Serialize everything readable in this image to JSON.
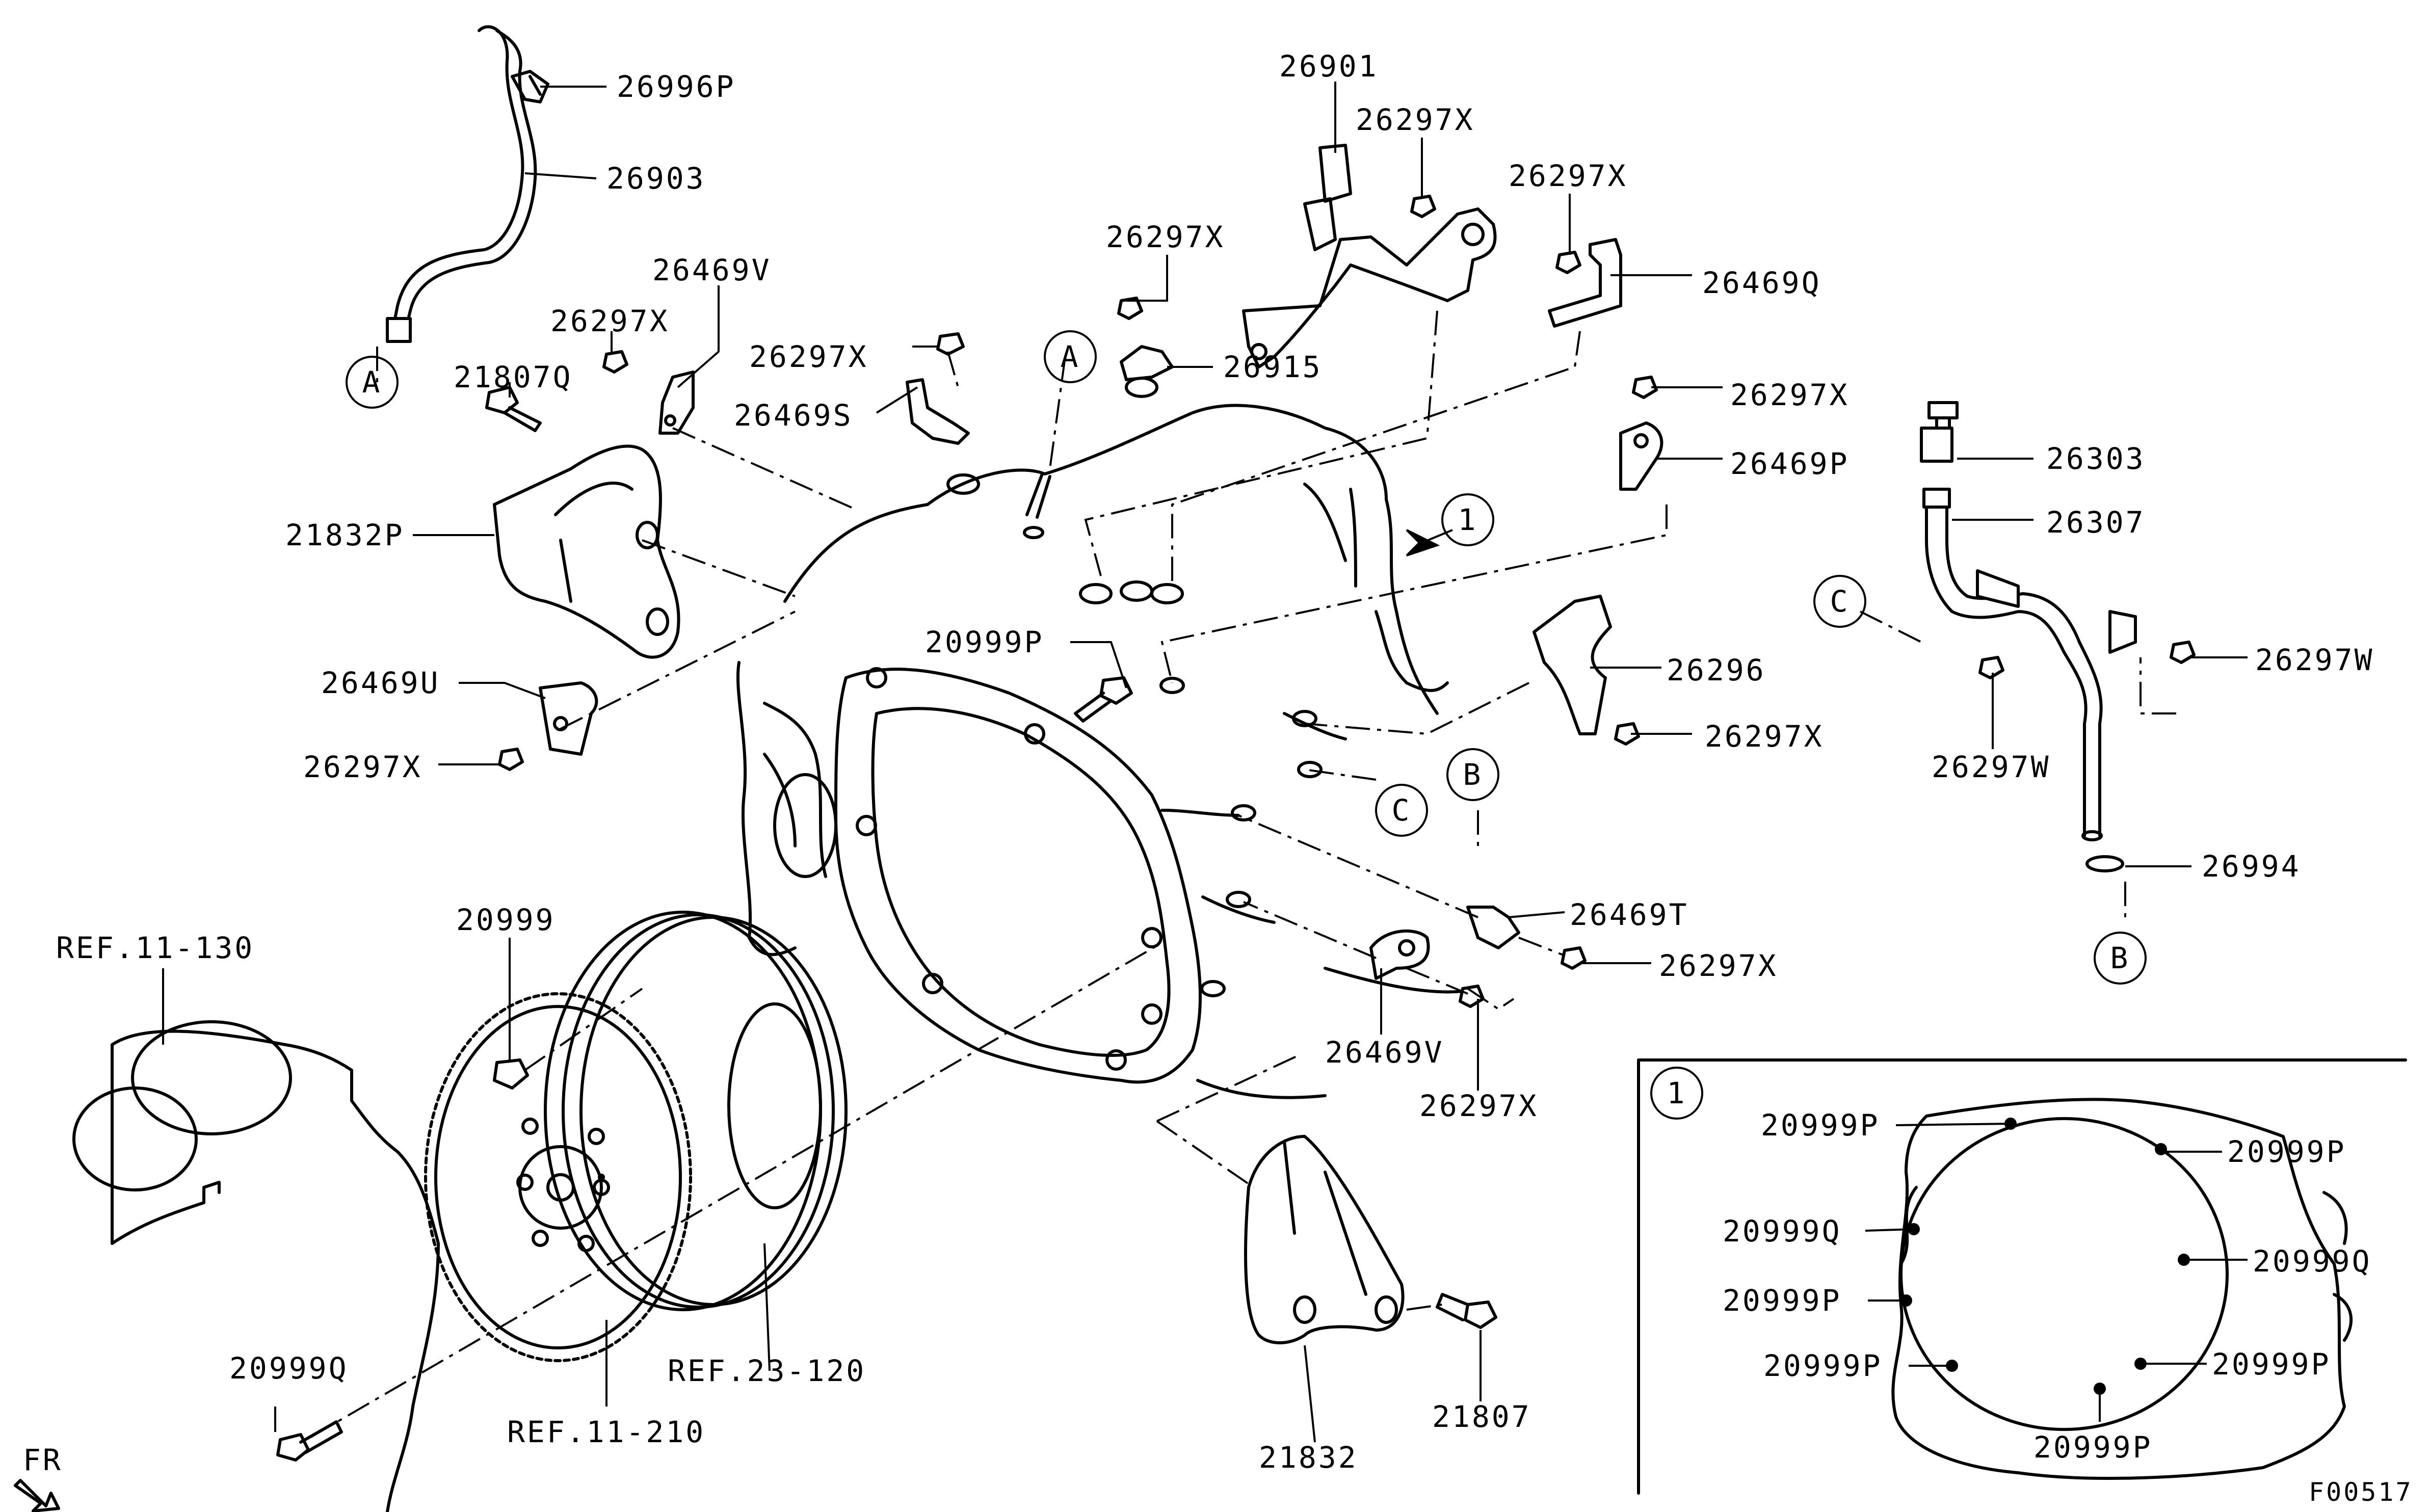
{
  "diagram": {
    "code": "F00517",
    "front": "FR",
    "inset": {
      "ref": "1"
    },
    "callouts": {
      "one": "1",
      "a": "A",
      "b": "B",
      "c": "C"
    },
    "parts": {
      "p26996P": "26996P",
      "p26903": "26903",
      "p26901": "26901",
      "p26297X_top": "26297X",
      "p26297X_top2": "26297X",
      "p26297X_mid1": "26297X",
      "p26469V_top": "26469V",
      "p26297X_left": "26297X",
      "p21807Q": "21807Q",
      "p26297X_s": "26297X",
      "p26469S": "26469S",
      "p26915": "26915",
      "p26469Q": "26469Q",
      "p26297X_r1": "26297X",
      "p26469P": "26469P",
      "p21832P": "21832P",
      "p26469U": "26469U",
      "p26297X_lb": "26297X",
      "p20999P_mid": "20999P",
      "p26296": "26296",
      "p26297X_r2": "26297X",
      "p26303": "26303",
      "p26307": "26307",
      "p26297W_r": "26297W",
      "p26297W_b": "26297W",
      "p26994": "26994",
      "p26469T": "26469T",
      "p26297X_r3": "26297X",
      "p26469V_b": "26469V",
      "p26297X_b": "26297X",
      "ref11_130": "REF.11-130",
      "p20999": "20999",
      "p20999Q": "20999Q",
      "ref11_210": "REF.11-210",
      "ref23_120": "REF.23-120",
      "p21832": "21832",
      "p21807": "21807",
      "in_20999P_1": "20999P",
      "in_20999P_2": "20999P",
      "in_20999Q_1": "20999Q",
      "in_20999Q_2": "20999Q",
      "in_20999P_3": "20999P",
      "in_20999P_4": "20999P",
      "in_20999P_5": "20999P",
      "in_20999P_6": "20999P"
    }
  }
}
